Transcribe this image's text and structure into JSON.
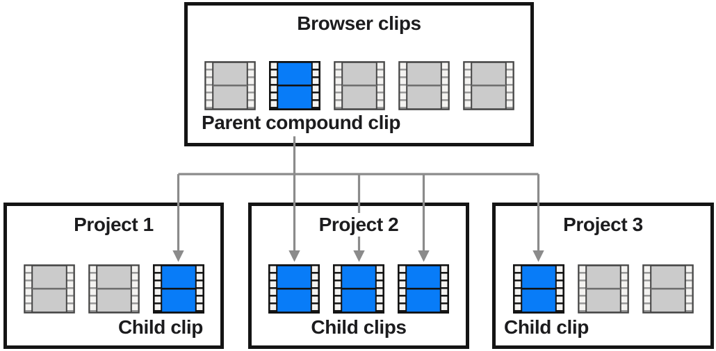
{
  "colors": {
    "background": "#ffffff",
    "text": "#1c1c1e",
    "box_border": "#141414",
    "connector": "#8b8b8b"
  },
  "clip_variants": {
    "gray": {
      "frame": "#cbcbcb",
      "border": "#454545",
      "border_width": 2.2,
      "hole": "#f4f3f1",
      "hole_divider": "#9a9a9a",
      "frame_divider": "#6f6f6f"
    },
    "blue": {
      "frame": "#087cf8",
      "border": "#121212",
      "border_width": 2.8,
      "hole": "#f4f3f1",
      "hole_divider": "#1a1a1a",
      "frame_divider": "#121212"
    }
  },
  "browser_box": {
    "title": "Browser clips",
    "label": "Parent compound clip",
    "clips": [
      "gray",
      "blue",
      "gray",
      "gray",
      "gray"
    ]
  },
  "projects": [
    {
      "title": "Project 1",
      "label": "Child clip",
      "clips": [
        "gray",
        "gray",
        "blue"
      ]
    },
    {
      "title": "Project 2",
      "label": "Child clips",
      "clips": [
        "blue",
        "blue",
        "blue"
      ]
    },
    {
      "title": "Project 3",
      "label": "Child clip",
      "clips": [
        "blue",
        "gray",
        "gray"
      ]
    }
  ]
}
